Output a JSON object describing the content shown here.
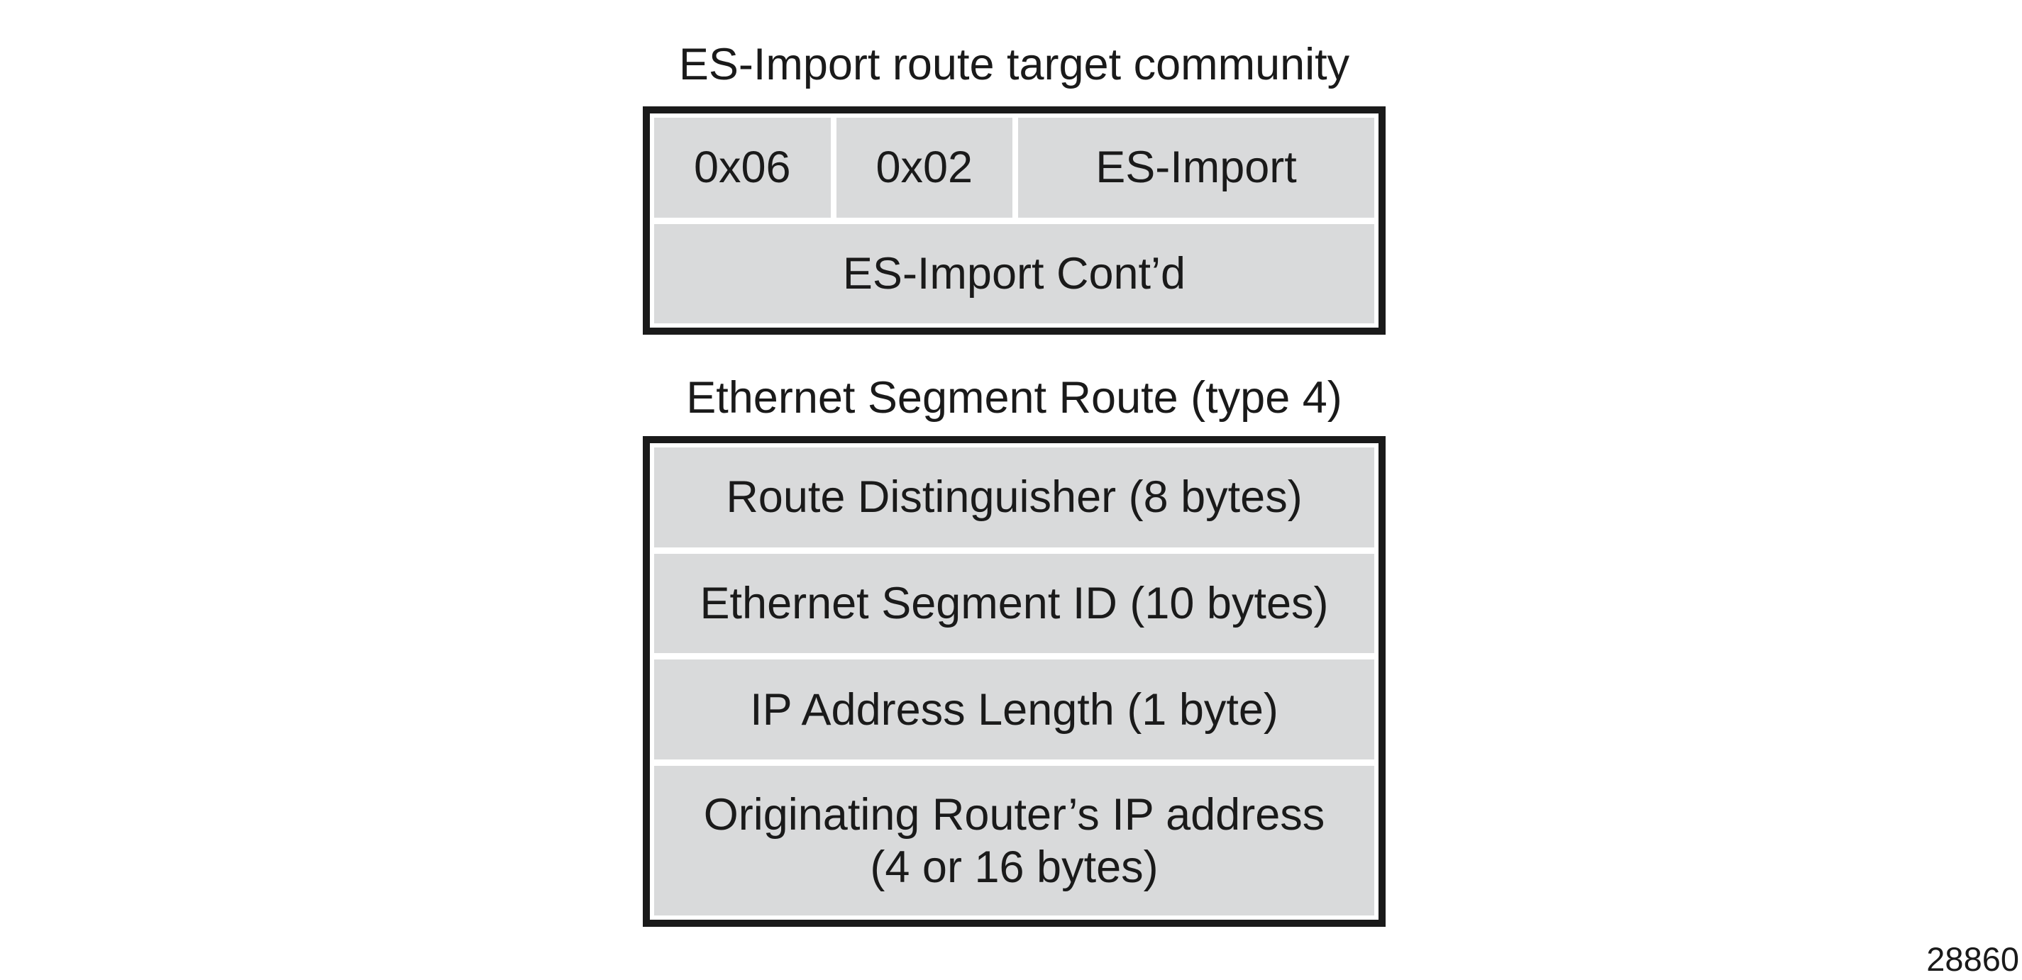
{
  "figure": {
    "number": "28860"
  },
  "colors": {
    "background": "#ffffff",
    "cell_fill": "#d9dadb",
    "border": "#1a1a1a",
    "text": "#1a1a1a"
  },
  "es_import_community": {
    "title": "ES-Import route target community",
    "row1": [
      "0x06",
      "0x02",
      "ES-Import"
    ],
    "row2": "ES-Import Cont’d"
  },
  "ethernet_segment_route": {
    "title": "Ethernet Segment Route (type 4)",
    "rows": [
      {
        "text": "Route Distinguisher (8 bytes)"
      },
      {
        "text": "Ethernet Segment ID (10 bytes)"
      },
      {
        "text": "IP Address Length (1 byte)"
      },
      {
        "text": "Originating Router’s IP address",
        "text_line2": "(4 or 16 bytes)"
      }
    ]
  }
}
